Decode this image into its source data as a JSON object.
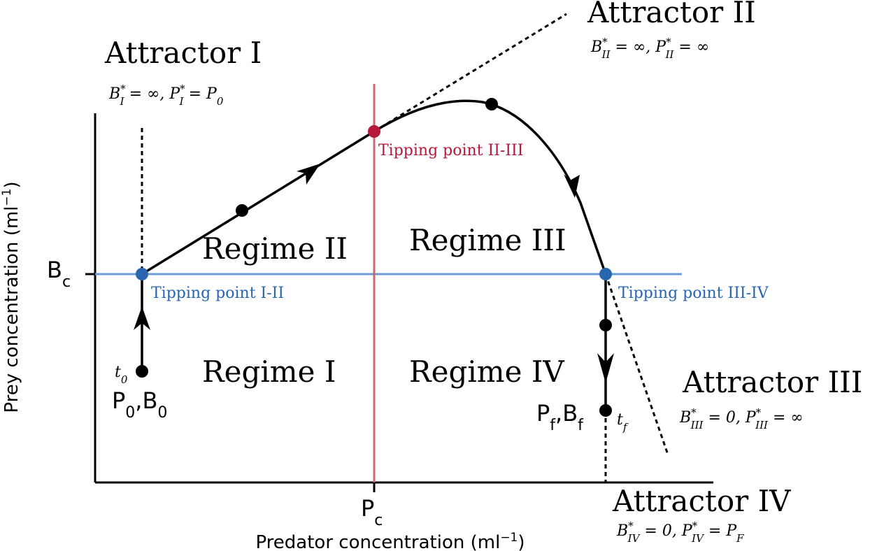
{
  "axes": {
    "xlabel": "Predator concentration (ml",
    "xlabel_exp": "−1",
    "xlabel_close": ")",
    "ylabel": "Prey concentration (ml",
    "ylabel_exp": "−1",
    "ylabel_close": ")",
    "x_tick": {
      "main": "P",
      "sub": "c"
    },
    "y_tick": {
      "main": "B",
      "sub": "c"
    }
  },
  "regimes": [
    "Regime I",
    "Regime II",
    "Regime III",
    "Regime IV"
  ],
  "tipping_points": {
    "i_ii": "Tipping point I-II",
    "ii_iii": "Tipping point II-III",
    "iii_iv": "Tipping point III-IV"
  },
  "attractors": {
    "i": {
      "title": "Attractor I",
      "eq": "B*_I = ∞, P*_I = P_0"
    },
    "ii": {
      "title": "Attractor II",
      "eq": "B*_II = ∞, P*_II = ∞"
    },
    "iii": {
      "title": "Attractor III",
      "eq": "B*_III = 0, P*_III = ∞"
    },
    "iv": {
      "title": "Attractor IV",
      "eq": "B*_IV = 0, P*_IV = P_F"
    }
  },
  "points": {
    "start_time": "t",
    "start_time_sub": "0",
    "start_label": "P",
    "start_label_sub1": "0",
    "start_label_mid": ",B",
    "start_label_sub2": "0",
    "end_time": "t",
    "end_time_sub": "f",
    "end_label": "P",
    "end_label_sub1": "f",
    "end_label_mid": ",B",
    "end_label_sub2": "f"
  },
  "colors": {
    "blue": "#2866b0",
    "blue_line": "#6a9bd2",
    "red": "#b5183a",
    "red_line": "#cc6677",
    "black": "#000000"
  }
}
